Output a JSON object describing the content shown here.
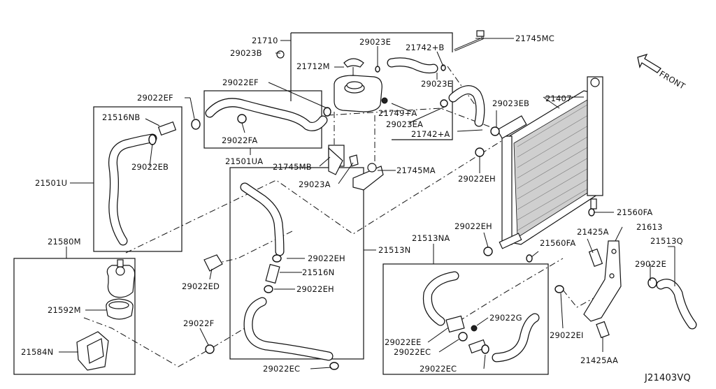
{
  "diagram_code": "J21403VQ",
  "direction_label": "FRONT",
  "part_labels": [
    "21710",
    "29023B",
    "29023E",
    "21742+B",
    "21745MC",
    "21712M",
    "29022EF",
    "29022EF",
    "29023E",
    "21407",
    "29023EB",
    "21516NB",
    "21749+A",
    "29023EA",
    "21742+A",
    "29022FA",
    "29022EB",
    "21501UA",
    "21745MB",
    "21745MA",
    "29023A",
    "29022EH",
    "21501U",
    "21560FA",
    "29022EH",
    "21425A",
    "21613",
    "21513NA",
    "21513Q",
    "21580M",
    "29022EH",
    "21560FA",
    "21513N",
    "21516N",
    "29022ED",
    "29022E",
    "29022EH",
    "21592M",
    "29022G",
    "29022F",
    "29022EI",
    "29022EE",
    "29022EC",
    "21584N",
    "29022EC",
    "21425AA",
    "29022EC"
  ]
}
